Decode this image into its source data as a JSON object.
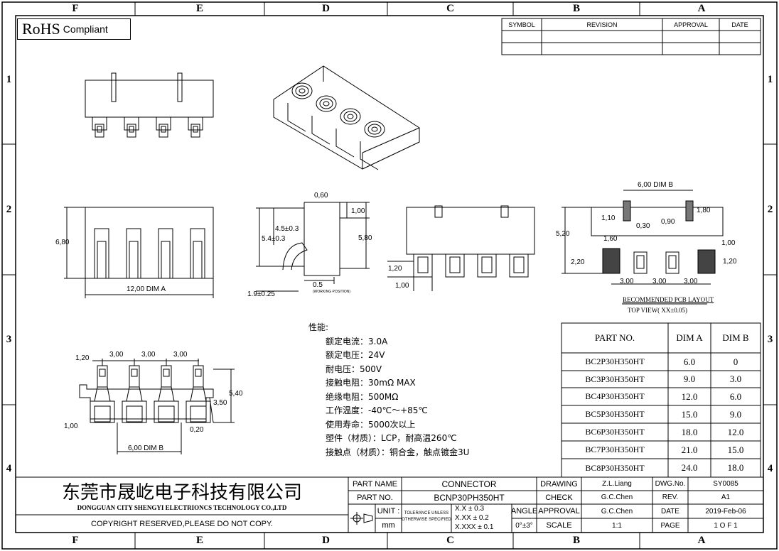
{
  "zones": {
    "top": [
      "F",
      "E",
      "D",
      "C",
      "B",
      "A"
    ],
    "side": [
      "1",
      "2",
      "3",
      "4"
    ]
  },
  "rohs": {
    "main": "RoHS",
    "sub": "Compliant"
  },
  "revision": {
    "headers": [
      "SYMBOL",
      "REVISION",
      "APPROVAL",
      "DATE"
    ]
  },
  "specs": {
    "title": "性能:",
    "lines": [
      "额定电流：3.0A",
      "额定电压：24V",
      "耐电压：500V",
      "接触电阻：30mΩ MAX",
      "绝缘电阻：500MΩ",
      "工作温度：-40℃～+85℃",
      "使用寿命：5000次以上",
      "塑件（材质）：LCP，耐高温260℃",
      "接触点（材质）：铜合金，触点镀金3U"
    ]
  },
  "parts": {
    "headers": [
      "PART NO.",
      "DIM A",
      "DIM B"
    ],
    "rows": [
      [
        "BC2P30H350HT",
        "6.0",
        "0"
      ],
      [
        "BC3P30H350HT",
        "9.0",
        "3.0"
      ],
      [
        "BC4P30H350HT",
        "12.0",
        "6.0"
      ],
      [
        "BC5P30H350HT",
        "15.0",
        "9.0"
      ],
      [
        "BC6P30H350HT",
        "18.0",
        "12.0"
      ],
      [
        "BC7P30H350HT",
        "21.0",
        "15.0"
      ],
      [
        "BC8P30H350HT",
        "24.0",
        "18.0"
      ]
    ]
  },
  "pcb": {
    "title": "RECOMMENDED PCB LAYOUT",
    "subtitle": "TOP VIEW( XX±0.05)"
  },
  "dims": {
    "front_width": "12,00  DIM  A",
    "front_height": "6,80",
    "side_060": "0,60",
    "side_100": "1,00",
    "side_45": "4.5±0.3",
    "side_54": "5.4±0.3",
    "side_580": "5,80",
    "side_05": "0.5",
    "side_pos": "(WORKING POSITION)",
    "side_19": "1.9±0.25",
    "rear_120": "1,20",
    "rear_100": "1,00",
    "pcb_600b": "6,00  DIM  B",
    "pcb_110": "1,10",
    "pcb_180": "1,80",
    "pcb_030": "0,30",
    "pcb_090": "0,90",
    "pcb_520": "5,20",
    "pcb_160": "1,60",
    "pcb_220": "2,20",
    "pcb_100": "1,00",
    "pcb_120": "1,20",
    "pcb_300a": "3,00",
    "pcb_300b": "3,00",
    "pcb_300c": "3,00",
    "bot_120": "1,20",
    "bot_300a": "3,00",
    "bot_300b": "3,00",
    "bot_300c": "3,00",
    "bot_540": "5,40",
    "bot_350": "3,50",
    "bot_100": "1,00",
    "bot_020": "0,20",
    "bot_600b": "6,00  DIM  B"
  },
  "titleblock": {
    "company_cn": "东莞市晟屹电子科技有限公司",
    "company_en": "DONGGUAN CITY SHENGYI ELECTRIONCS TECHNOLOGY CO.,LTD",
    "copyright": "COPYRIGHT RESERVED,PLEASE DO NOT COPY.",
    "part_name_label": "PART NAME",
    "part_name": "CONNECTOR",
    "part_no_label": "PART NO.",
    "part_no": "BCNP30PH350HT",
    "unit_label": "UNIT :",
    "unit": "mm",
    "tol_label1": "TOLERANCE UNLESS",
    "tol_label2": "OTHERWISE SPECIFIED",
    "tol1": "X.X  ± 0.3",
    "tol2": "X.XX  ± 0.2",
    "tol3": "X.XXX  ± 0.1",
    "angle_label": "ANGLE",
    "angle": "0°±3°",
    "drawing_label": "DRAWING",
    "drawing": "Z.L.Liang",
    "check_label": "CHECK",
    "check": "G.C.Chen",
    "approval_label": "APPROVAL",
    "approval": "G.C.Chen",
    "scale_label": "SCALE",
    "scale": "1:1",
    "dwg_label": "DWG.No.",
    "dwg": "SY0085",
    "rev_label": "REV.",
    "rev": "A1",
    "date_label": "DATE",
    "date": "2019-Feb-06",
    "page_label": "PAGE",
    "page": "1  O F  1"
  }
}
